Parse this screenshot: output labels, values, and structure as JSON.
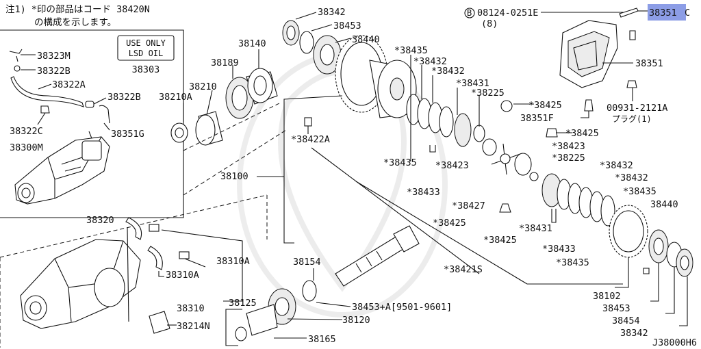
{
  "note": {
    "line1": "注1) *印の部品はコード 38420N",
    "line2": "の構成を示します。"
  },
  "oil_box": {
    "line1": "USE ONLY",
    "line2": "LSD OIL",
    "part": "38303"
  },
  "footer_code": "J38000H6",
  "labels": {
    "p38323M": "38323M",
    "p38322B_1": "38322B",
    "p38322A": "38322A",
    "p38322B_2": "38322B",
    "p38322C": "38322C",
    "p38351G": "38351G",
    "p38300M": "38300M",
    "p38140": "38140",
    "p38189": "38189",
    "p38210": "38210",
    "p38210A": "38210A",
    "p38342_top": "38342",
    "p38453_top": "38453",
    "p38440_top": "38440",
    "p38435_a": "*38435",
    "p38432_a": "*38432",
    "p38432_b": "*38432",
    "p38431_a": "*38431",
    "p38225_a": "*38225",
    "p38425_a": "*38425",
    "p38425_b": "*38425",
    "p38423_a": "*38423",
    "p38225_b": "*38225",
    "p38432_c": "*38432",
    "p38432_d": "*38432",
    "p38435_b": "*38435",
    "p38440_r": "38440",
    "p38422A": "*38422A",
    "p38435_c": "*38435",
    "p38423_b": "*38423",
    "p38433_a": "*38433",
    "p38427": "*38427",
    "p38425_c": "*38425",
    "p38425_d": "*38425",
    "p38431_b": "*38431",
    "p38433_b": "*38433",
    "p38435_d": "*38435",
    "p38100": "38100",
    "p38421S": "*38421S",
    "bolt": "08124-0251E",
    "bolt_qty": "(8)",
    "p38351C_a": "38351",
    "p38351C_b": "C",
    "p38351": "38351",
    "p00931": "00931-2121A",
    "plug": "プラグ(1)",
    "p38351F": "38351F",
    "p38320": "38320",
    "p38310A_1": "38310A",
    "p38310A_2": "38310A",
    "p38310": "38310",
    "p38214N": "38214N",
    "p38154": "38154",
    "p38125": "38125",
    "p38453A": "38453+A[9501-9601]",
    "p38120": "38120",
    "p38165": "38165",
    "p38102": "38102",
    "p38453_b": "38453",
    "p38454": "38454",
    "p38342_b": "38342"
  },
  "colors": {
    "ink": "#111111",
    "highlight": "#8c9de6"
  }
}
